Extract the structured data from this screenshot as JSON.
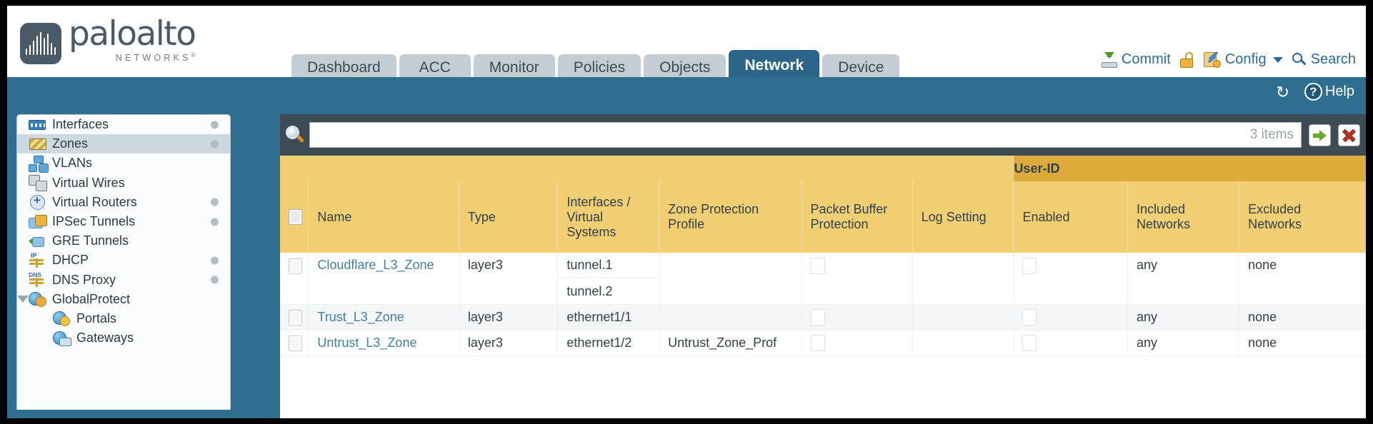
{
  "brand": {
    "name": "paloalto",
    "tagline": "NETWORKS",
    "reg": "®"
  },
  "nav": {
    "tabs": [
      {
        "label": "Dashboard",
        "active": false
      },
      {
        "label": "ACC",
        "active": false
      },
      {
        "label": "Monitor",
        "active": false
      },
      {
        "label": "Policies",
        "active": false
      },
      {
        "label": "Objects",
        "active": false
      },
      {
        "label": "Network",
        "active": true
      },
      {
        "label": "Device",
        "active": false
      }
    ]
  },
  "header_actions": {
    "commit": "Commit",
    "config": "Config",
    "search": "Search",
    "lock_icon": "lock-icon",
    "commit_icon": "commit-icon",
    "config_icon": "config-icon",
    "search_icon": "search-icon",
    "caret_icon": "chevron-down-icon"
  },
  "strip_actions": {
    "refresh_icon": "refresh-icon",
    "refresh_glyph": "↻",
    "help": "Help",
    "help_glyph": "?"
  },
  "sidebar": {
    "items": [
      {
        "label": "Interfaces",
        "icon": "interfaces-icon",
        "dot": true,
        "selected": false,
        "child": false,
        "expander": false
      },
      {
        "label": "Zones",
        "icon": "zones-icon",
        "dot": true,
        "selected": true,
        "child": false,
        "expander": false
      },
      {
        "label": "VLANs",
        "icon": "vlans-icon",
        "dot": false,
        "selected": false,
        "child": false,
        "expander": false
      },
      {
        "label": "Virtual Wires",
        "icon": "virtual-wires-icon",
        "dot": false,
        "selected": false,
        "child": false,
        "expander": false
      },
      {
        "label": "Virtual Routers",
        "icon": "virtual-routers-icon",
        "dot": true,
        "selected": false,
        "child": false,
        "expander": false
      },
      {
        "label": "IPSec Tunnels",
        "icon": "ipsec-tunnels-icon",
        "dot": true,
        "selected": false,
        "child": false,
        "expander": false
      },
      {
        "label": "GRE Tunnels",
        "icon": "gre-tunnels-icon",
        "dot": false,
        "selected": false,
        "child": false,
        "expander": false
      },
      {
        "label": "DHCP",
        "icon": "dhcp-icon",
        "dot": true,
        "selected": false,
        "child": false,
        "expander": false
      },
      {
        "label": "DNS Proxy",
        "icon": "dns-proxy-icon",
        "dot": true,
        "selected": false,
        "child": false,
        "expander": false
      },
      {
        "label": "GlobalProtect",
        "icon": "globalprotect-icon",
        "dot": false,
        "selected": false,
        "child": false,
        "expander": true
      },
      {
        "label": "Portals",
        "icon": "portals-icon",
        "dot": false,
        "selected": false,
        "child": true,
        "expander": false
      },
      {
        "label": "Gateways",
        "icon": "gateways-icon",
        "dot": false,
        "selected": false,
        "child": true,
        "expander": false
      }
    ]
  },
  "search": {
    "value": "",
    "placeholder": "",
    "item_count": "3 items",
    "apply_icon": "apply-filter-icon",
    "clear_icon": "clear-filter-icon",
    "magnifier_icon": "magnifier-icon"
  },
  "table": {
    "group_headers": [
      {
        "label": "",
        "span": 6
      },
      {
        "label": "User-ID",
        "span": 3
      }
    ],
    "columns": [
      "Name",
      "Type",
      "Interfaces / Virtual Systems",
      "Zone Protection Profile",
      "Packet Buffer Protection",
      "Log Setting",
      "Enabled",
      "Included Networks",
      "Excluded Networks"
    ],
    "rows": [
      {
        "name": "Cloudflare_L3_Zone",
        "type": "layer3",
        "interfaces": [
          "tunnel.1",
          "tunnel.2"
        ],
        "zone_protection_profile": "",
        "packet_buffer_protection": false,
        "log_setting": "",
        "userid_enabled": false,
        "included_networks": "any",
        "excluded_networks": "none"
      },
      {
        "name": "Trust_L3_Zone",
        "type": "layer3",
        "interfaces": [
          "ethernet1/1"
        ],
        "zone_protection_profile": "",
        "packet_buffer_protection": false,
        "log_setting": "",
        "userid_enabled": false,
        "included_networks": "any",
        "excluded_networks": "none"
      },
      {
        "name": "Untrust_L3_Zone",
        "type": "layer3",
        "interfaces": [
          "ethernet1/2"
        ],
        "zone_protection_profile": "Untrust_Zone_Prof",
        "packet_buffer_protection": false,
        "log_setting": "",
        "userid_enabled": false,
        "included_networks": "any",
        "excluded_networks": "none"
      }
    ]
  },
  "colors": {
    "brand_blue": "#2b6688",
    "header_band": "#2f6e8f",
    "table_header": "#f3cf73",
    "group_header": "#ddab3b",
    "link": "#3f7fa8",
    "tab_inactive": "#c3ced4",
    "panel_dark": "#3d4b55"
  }
}
